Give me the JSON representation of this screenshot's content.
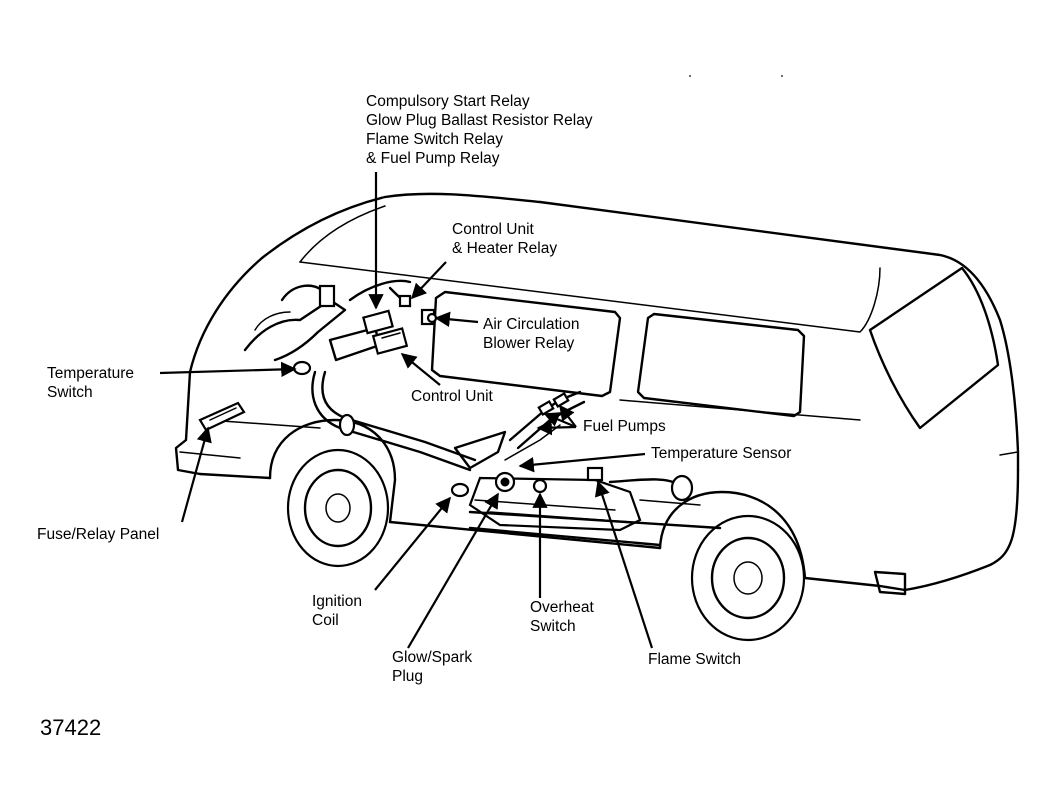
{
  "labels": {
    "relays": [
      "Compulsory Start Relay",
      "Glow Plug Ballast Resistor Relay",
      "Flame Switch Relay",
      "& Fuel Pump Relay"
    ],
    "control_heater": [
      "Control Unit",
      "& Heater Relay"
    ],
    "air_circulation": [
      "Air Circulation",
      "Blower Relay"
    ],
    "temperature_switch": [
      "Temperature",
      "Switch"
    ],
    "control_unit": "Control Unit",
    "fuel_pumps": "Fuel Pumps",
    "temperature_sensor": "Temperature Sensor",
    "fuse_relay_panel": "Fuse/Relay Panel",
    "ignition_coil": [
      "Ignition",
      "Coil"
    ],
    "glow_spark_plug": [
      "Glow/Spark",
      "Plug"
    ],
    "overheat_switch": [
      "Overheat",
      "Switch"
    ],
    "flame_switch": "Flame Switch"
  },
  "figure_number": "37422"
}
